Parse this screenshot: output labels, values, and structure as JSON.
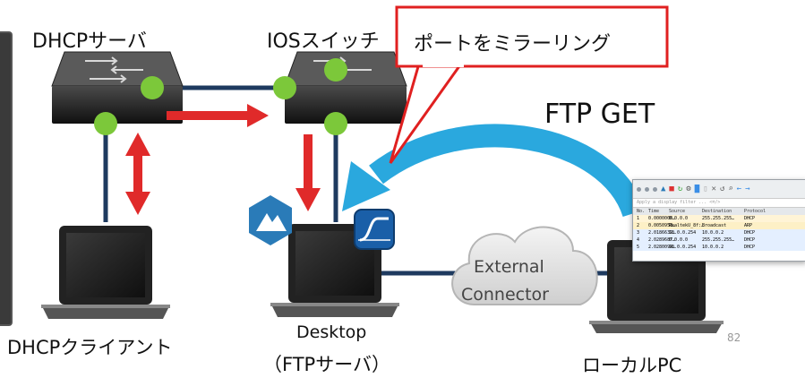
{
  "nodes": {
    "dhcp_server": "DHCPサーバ",
    "ios_switch": "IOSスイッチ",
    "dhcp_client": "DHCPクライアント",
    "desktop_line1": "Desktop",
    "desktop_line2": "（FTPサーバ）",
    "local_pc": "ローカルPC"
  },
  "callout": {
    "text": "ポートをミラーリング",
    "border_color": "#e02020"
  },
  "ftp_label": "FTP GET",
  "cloud_label_line1": "External",
  "cloud_label_line2": "Connector",
  "page_number": "82",
  "wireshark": {
    "filter_placeholder": "Apply a display filter ... <⌘/>",
    "columns": [
      "No.",
      "Time",
      "Source",
      "Destination",
      "Protocol"
    ],
    "rows": [
      [
        "1",
        "0.0000000…",
        "0.0.0.0",
        "255.255.255…",
        "DHCP"
      ],
      [
        "2",
        "0.0050958…",
        "RealtekU_8f:…",
        "Broadcast",
        "ARP"
      ],
      [
        "3",
        "2.0186639…",
        "10.0.0.254",
        "10.0.0.2",
        "DHCP"
      ],
      [
        "4",
        "2.0289687…",
        "0.0.0.0",
        "255.255.255…",
        "DHCP"
      ],
      [
        "5",
        "2.0280094…",
        "10.0.0.254",
        "10.0.0.2",
        "DHCP"
      ]
    ]
  },
  "colors": {
    "red_arrow": "#e02a2a",
    "blue_arrow": "#2aa8de",
    "link": "#1e3a5f",
    "port_dot": "#7cc83a",
    "device": "#1a1a1a"
  }
}
